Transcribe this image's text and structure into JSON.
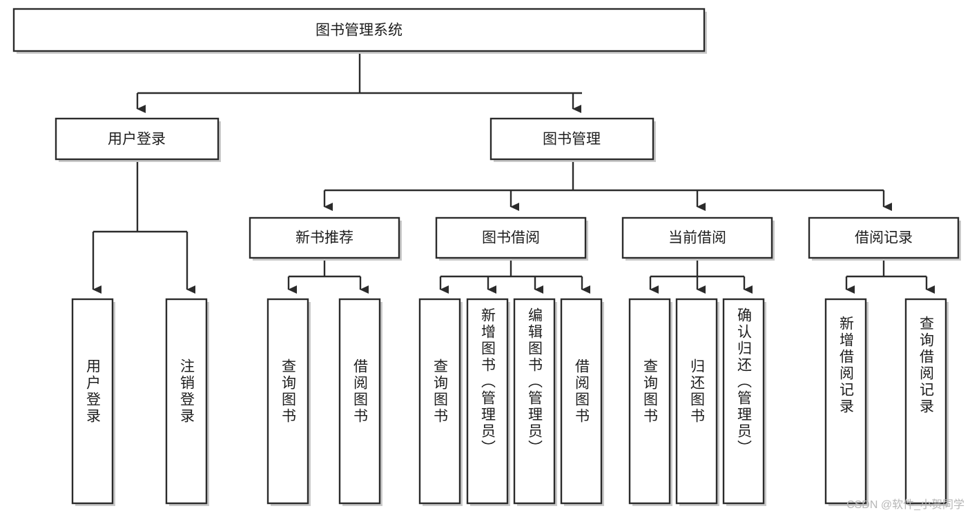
{
  "diagram": {
    "type": "tree-hierarchy-chart",
    "title": "图书管理系统",
    "root": {
      "id": "root",
      "label": "图书管理系统",
      "orientation": "horizontal"
    },
    "level2": [
      {
        "id": "user-login",
        "label": "用户登录",
        "orientation": "horizontal"
      },
      {
        "id": "book-manage",
        "label": "图书管理",
        "orientation": "horizontal"
      }
    ],
    "level3": [
      {
        "id": "new-book-recommend",
        "label": "新书推荐",
        "orientation": "horizontal",
        "parent": "book-manage"
      },
      {
        "id": "book-borrow",
        "label": "图书借阅",
        "orientation": "horizontal",
        "parent": "book-manage"
      },
      {
        "id": "current-borrow",
        "label": "当前借阅",
        "orientation": "horizontal",
        "parent": "book-manage"
      },
      {
        "id": "borrow-record",
        "label": "借阅记录",
        "orientation": "horizontal",
        "parent": "book-manage"
      }
    ],
    "leaves": [
      {
        "id": "leaf-user-login",
        "label": "用户登录",
        "orientation": "vertical",
        "parent": "user-login"
      },
      {
        "id": "leaf-user-logout",
        "label": "注销登录",
        "orientation": "vertical",
        "parent": "user-login"
      },
      {
        "id": "leaf-query-book-1",
        "label": "查询图书",
        "orientation": "vertical",
        "parent": "new-book-recommend"
      },
      {
        "id": "leaf-borrow-book-1",
        "label": "借阅图书",
        "orientation": "vertical",
        "parent": "new-book-recommend"
      },
      {
        "id": "leaf-query-book-2",
        "label": "查询图书",
        "orientation": "vertical",
        "parent": "book-borrow"
      },
      {
        "id": "leaf-add-book",
        "label": "新增图书（管理员）",
        "orientation": "vertical",
        "parent": "book-borrow"
      },
      {
        "id": "leaf-edit-book",
        "label": "编辑图书（管理员）",
        "orientation": "vertical",
        "parent": "book-borrow"
      },
      {
        "id": "leaf-borrow-book-2",
        "label": "借阅图书",
        "orientation": "vertical",
        "parent": "book-borrow"
      },
      {
        "id": "leaf-query-book-3",
        "label": "查询图书",
        "orientation": "vertical",
        "parent": "current-borrow"
      },
      {
        "id": "leaf-return-book",
        "label": "归还图书",
        "orientation": "vertical",
        "parent": "current-borrow"
      },
      {
        "id": "leaf-confirm-return",
        "label": "确认归还（管理员）",
        "orientation": "vertical",
        "parent": "current-borrow"
      },
      {
        "id": "leaf-add-record",
        "label": "新增借阅记录",
        "orientation": "vertical",
        "parent": "borrow-record"
      },
      {
        "id": "leaf-query-record",
        "label": "查询借阅记录",
        "orientation": "vertical",
        "parent": "borrow-record"
      }
    ],
    "colors": {
      "box_fill": "#ffffff",
      "box_stroke": "#2b2b2b",
      "text": "#1d1d1d",
      "background": "#ffffff",
      "watermark": "#b6b6b6"
    }
  },
  "watermark": {
    "text": "CSDN @软件_小贺同学"
  }
}
